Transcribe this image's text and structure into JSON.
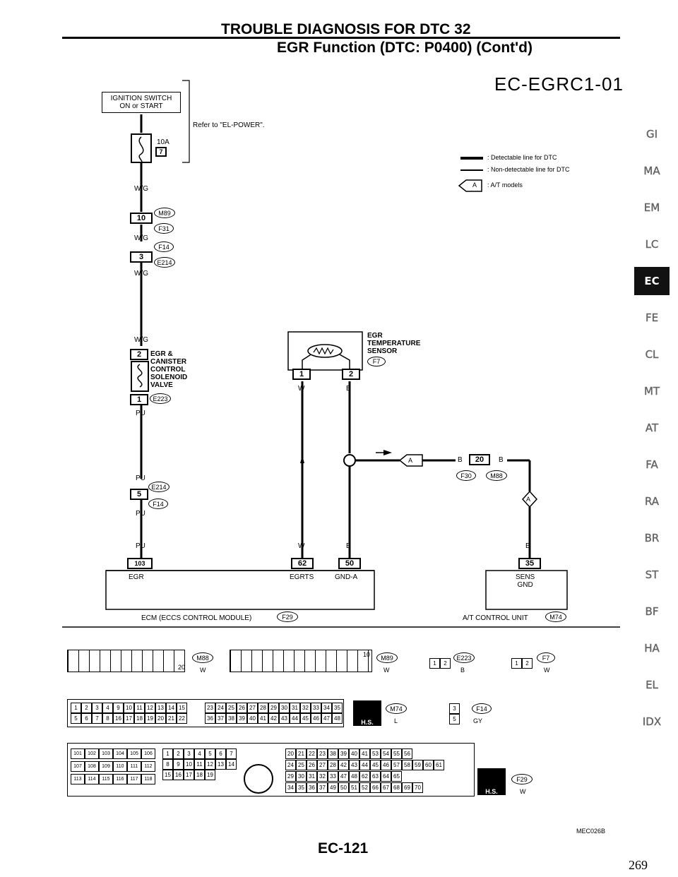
{
  "header": {
    "title": "TROUBLE DIAGNOSIS FOR DTC 32",
    "subtitle": "EGR Function (DTC: P0400) (Cont'd)"
  },
  "diagram_code": "EC-EGRC1-01",
  "ignition": {
    "line1": "IGNITION SWITCH",
    "line2": "ON or START",
    "refer": "Refer to \"EL-POWER\".",
    "fuse_amp": "10A",
    "fuse_no": "7"
  },
  "legend": {
    "detectable": ": Detectable line for DTC",
    "nondetectable": ": Non-detectable line for DTC",
    "at_symbol": "A",
    "at_models": ": A/T models"
  },
  "wires": {
    "wg": "W/G",
    "pu": "PU",
    "w": "W",
    "b": "B",
    "gy": "GY",
    "l": "L"
  },
  "connectors": {
    "m89": "M89",
    "f31": "F31",
    "f14": "F14",
    "e214": "E214",
    "e223": "E223",
    "f30": "F30",
    "m88": "M88",
    "f7": "F7",
    "f29": "F29",
    "m74": "M74"
  },
  "pins": {
    "p10": "10",
    "p3": "3",
    "p2": "2",
    "p1": "1",
    "p5": "5",
    "p103": "103",
    "p62": "62",
    "p50": "50",
    "p20": "20",
    "p35": "35"
  },
  "components": {
    "solenoid": [
      "EGR &",
      "CANISTER",
      "CONTROL",
      "SOLENOID",
      "VALVE"
    ],
    "sensor": [
      "EGR",
      "TEMPERATURE",
      "SENSOR"
    ],
    "ecm_egr": "EGR",
    "ecm_egrts": "EGRTS",
    "ecm_gnda": "GND-A",
    "ecm": "ECM (ECCS CONTROL MODULE)",
    "at_sens": "SENS",
    "at_gnd": "GND",
    "at_unit": "A/T CONTROL UNIT"
  },
  "sidebar": [
    "GI",
    "MA",
    "EM",
    "LC",
    "EC",
    "FE",
    "CL",
    "MT",
    "AT",
    "FA",
    "RA",
    "BR",
    "ST",
    "BF",
    "HA",
    "EL",
    "IDX"
  ],
  "connector_views": {
    "hs": "H.S.",
    "row1_pins": [
      "1",
      "2",
      "3",
      "4",
      "9",
      "10",
      "11",
      "12",
      "13",
      "14",
      "15"
    ],
    "row2_pins": [
      "5",
      "6",
      "7",
      "8",
      "16",
      "17",
      "18",
      "19",
      "20",
      "21",
      "22"
    ],
    "row3_pins": [
      "23",
      "24",
      "25",
      "26",
      "27",
      "28",
      "29",
      "30",
      "31",
      "32",
      "33",
      "34",
      "35"
    ],
    "row4_pins": [
      "36",
      "37",
      "38",
      "39",
      "40",
      "41",
      "42",
      "43",
      "44",
      "45",
      "46",
      "47",
      "48"
    ],
    "ecm_a": [
      "101",
      "102",
      "103",
      "104",
      "105",
      "106"
    ],
    "ecm_b": [
      "107",
      "108",
      "109",
      "110",
      "111",
      "112"
    ],
    "ecm_c": [
      "113",
      "114",
      "115",
      "116",
      "117",
      "118"
    ],
    "ecm_d": [
      "20",
      "21",
      "22",
      "23",
      "38",
      "39",
      "40",
      "41",
      "53",
      "54",
      "55",
      "56"
    ],
    "ecm_e": [
      "24",
      "25",
      "26",
      "27",
      "28",
      "42",
      "43",
      "44",
      "45",
      "46",
      "57",
      "58",
      "59",
      "60",
      "61"
    ],
    "ecm_f": [
      "29",
      "30",
      "31",
      "32",
      "33",
      "47",
      "48",
      "62",
      "63",
      "64",
      "65"
    ],
    "ecm_g": [
      "34",
      "35",
      "36",
      "37",
      "49",
      "50",
      "51",
      "52",
      "66",
      "67",
      "68",
      "69",
      "70"
    ],
    "ecm_h": [
      "1",
      "2",
      "3",
      "4",
      "5",
      "6",
      "7",
      "8",
      "9",
      "10",
      "11",
      "12",
      "13",
      "14",
      "15",
      "16",
      "17",
      "18",
      "19"
    ]
  },
  "footer": {
    "code": "MEC026B",
    "page": "EC-121",
    "number": "269"
  }
}
